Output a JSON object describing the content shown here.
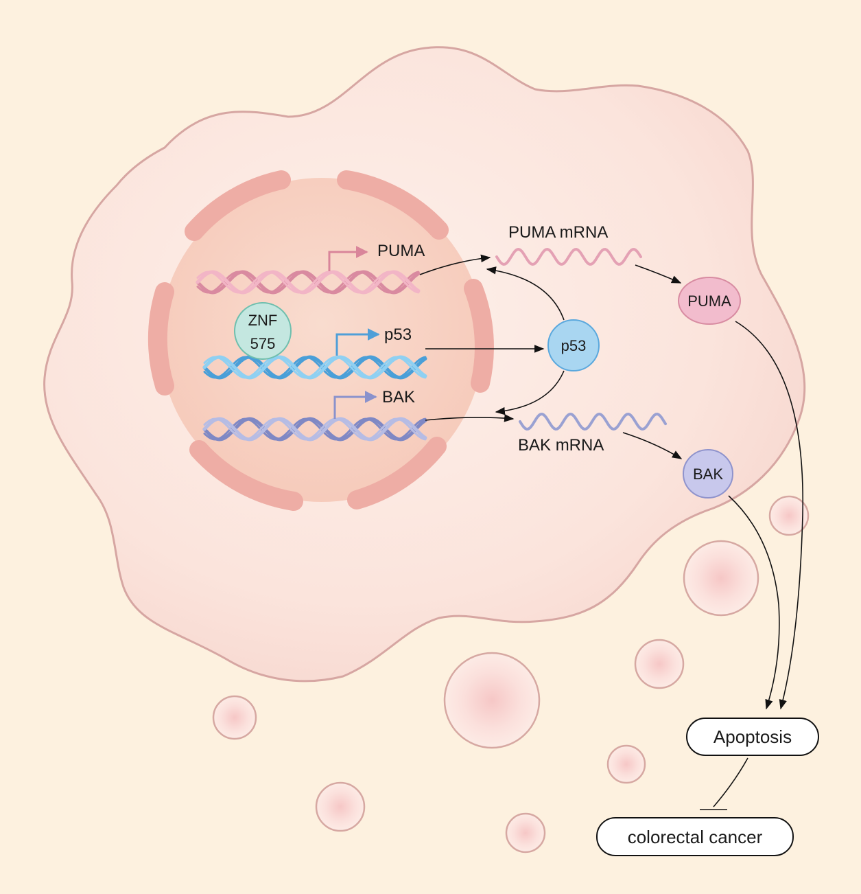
{
  "diagram": {
    "genes": {
      "puma": "PUMA",
      "p53": "p53",
      "bak": "BAK"
    },
    "transcripts": {
      "puma_mrna": "PUMA mRNA",
      "bak_mrna": "BAK mRNA"
    },
    "regulator": {
      "line1": "ZNF",
      "line2": "575"
    },
    "proteins": {
      "p53": "p53",
      "puma": "PUMA",
      "bak": "BAK"
    },
    "outcomes": {
      "apoptosis": "Apoptosis",
      "cancer": "colorectal cancer"
    }
  },
  "colors": {
    "background": "#fdf1df",
    "cell_fill": "#fbe4dc",
    "cell_border": "#d9aaa6",
    "nucleus": "#f8d2c4",
    "envelope": "#eeada5",
    "puma_dna": "#dc8ea2",
    "p53_dna": "#5aaee0",
    "bak_dna": "#8d96cc",
    "znf_node": "#c4e7e0",
    "p53_node": "#a9d6f1",
    "puma_node": "#f2bccd",
    "bak_node": "#c8c8ec",
    "vesicle": "#f9dcd7"
  }
}
